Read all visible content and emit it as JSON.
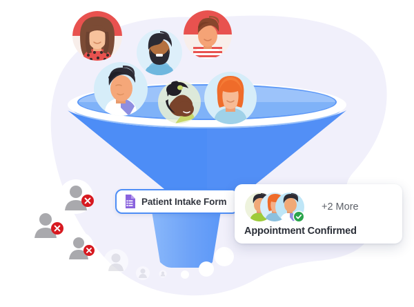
{
  "illustration": {
    "title": "Patient intake funnel illustration",
    "backdrop_color": "#f1f0fb",
    "canvas_bg": "#ffffff"
  },
  "funnel": {
    "name": "patient-funnel",
    "rim_color": "#ffffff",
    "bowl_color": "#4d8df6",
    "bowl_inner_color": "#74a6f8",
    "liquid_color": "#9cc3fa",
    "stem_gradient_from": "#7fb0f9",
    "stem_gradient_to": "#4f8ef6"
  },
  "incoming_patients": [
    {
      "name": "patient-avatar-woman-polkadot",
      "ring_color": "#e8524f",
      "skin": "#f7b690",
      "hair": "#7b4b35",
      "top": "#e8524f"
    },
    {
      "name": "patient-avatar-bearded-man",
      "ring_color": "#d5ecf8",
      "skin": "#b4713f",
      "hair": "#2b2a33",
      "top": "#7fc2e5"
    },
    {
      "name": "patient-avatar-man-stripes",
      "ring_color": "#e8524f",
      "skin": "#f5a376",
      "hair": "#88462c",
      "top": "#e8524f"
    },
    {
      "name": "patient-avatar-dark-hair-man",
      "ring_color": "#d2ecf8",
      "skin": "#f5a779",
      "hair": "#2b2a33",
      "top": "#ffffff"
    },
    {
      "name": "patient-avatar-bun-woman",
      "ring_color": "#e8f0d2",
      "skin": "#79432b",
      "hair": "#221f27",
      "top": "#c8d96a"
    },
    {
      "name": "patient-avatar-red-hair-woman",
      "ring_color": "#d2ecf8",
      "skin": "#f7bb95",
      "hair": "#ef6c2a",
      "top": "#9fd1e8"
    }
  ],
  "rejected_patients": [
    {
      "name": "rejected-avatar-1",
      "badge": "x-mark",
      "badge_color": "#d71920"
    },
    {
      "name": "rejected-avatar-2",
      "badge": "x-mark",
      "badge_color": "#d71920"
    },
    {
      "name": "rejected-avatar-3",
      "badge": "x-mark",
      "badge_color": "#d71920"
    }
  ],
  "dropouts": [
    {
      "name": "dropout-avatar-large"
    },
    {
      "name": "dropout-avatar-medium"
    },
    {
      "name": "dropout-avatar-small"
    },
    {
      "name": "dropout-dot-tiny"
    }
  ],
  "intake_form": {
    "icon": "document-form-icon",
    "icon_color": "#7b56d6",
    "label": "Patient Intake Form",
    "border_color": "#4d8df6"
  },
  "appointment_card": {
    "more_label": "+2 More",
    "status_label": "Appointment Confirmed",
    "check_badge": "check-circle-icon",
    "check_color": "#2aa44c",
    "avatars": [
      {
        "name": "confirmed-avatar-1",
        "ring_color": "#eef3dd",
        "skin": "#f0a977",
        "hair": "#2d2b33",
        "top": "#9ecb3a"
      },
      {
        "name": "confirmed-avatar-2",
        "ring_color": "#d7eefb",
        "skin": "#f3b08a",
        "hair": "#ef6c2a",
        "top": "#8cc0de"
      },
      {
        "name": "confirmed-avatar-3",
        "ring_color": "#bfe6f7",
        "skin": "#f0a977",
        "hair": "#2d2b33",
        "top": "#ffffff"
      }
    ]
  }
}
